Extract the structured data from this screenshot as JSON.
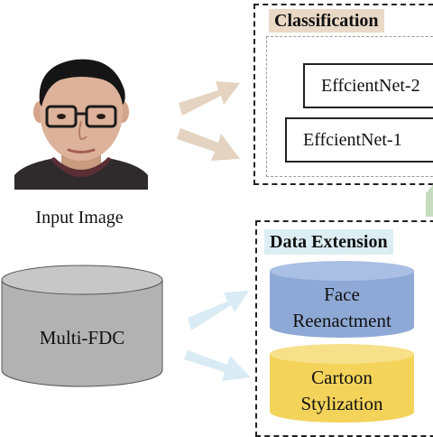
{
  "input": {
    "caption": "Input Image"
  },
  "classification": {
    "title": "Classification",
    "models": [
      "EffcientNet-1",
      "EffcientNet-2"
    ]
  },
  "data_extension": {
    "title": "Data Extension",
    "items": [
      {
        "lines": [
          "Face",
          "Reenactment"
        ],
        "color": "#8fa9d6"
      },
      {
        "lines": [
          "Cartoon",
          "Stylization"
        ],
        "color": "#f3d35a"
      }
    ]
  },
  "dataset": {
    "label": "Multi-FDC",
    "color": "#b2b2b2"
  },
  "colors": {
    "classification_title_bg": "#ead9c6",
    "extension_title_bg": "#dceef4",
    "tan_arrow": "#e4d3c0",
    "blue_arrow": "#d9ebf4",
    "green_arrow": "#c5dcbf"
  }
}
